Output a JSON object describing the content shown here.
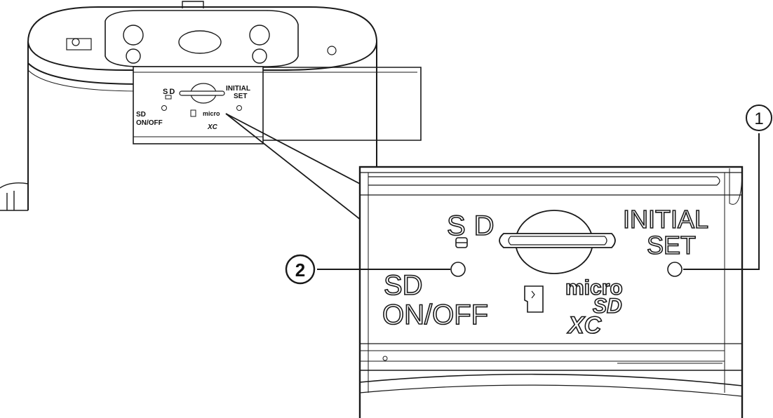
{
  "camera_small": {
    "sd_label": "SD",
    "initial_line1": "INITIAL",
    "initial_line2": "SET",
    "sd_onoff_line1": "SD",
    "sd_onoff_line2": "ON/OFF",
    "micro_text": "micro",
    "xc_text": "XC"
  },
  "zoom_panel": {
    "sd_label": "SD",
    "initial_line1": "INITIAL",
    "initial_line2": "SET",
    "sd_onoff_line1": "SD",
    "sd_onoff_line2": "ON/OFF",
    "micro_text": "micro",
    "sd_logo_text": "SD",
    "xc_text": "XC"
  },
  "callouts": [
    {
      "number": "1",
      "target": "INITIAL SET button"
    },
    {
      "number": "2",
      "target": "SD ON/OFF button"
    }
  ]
}
